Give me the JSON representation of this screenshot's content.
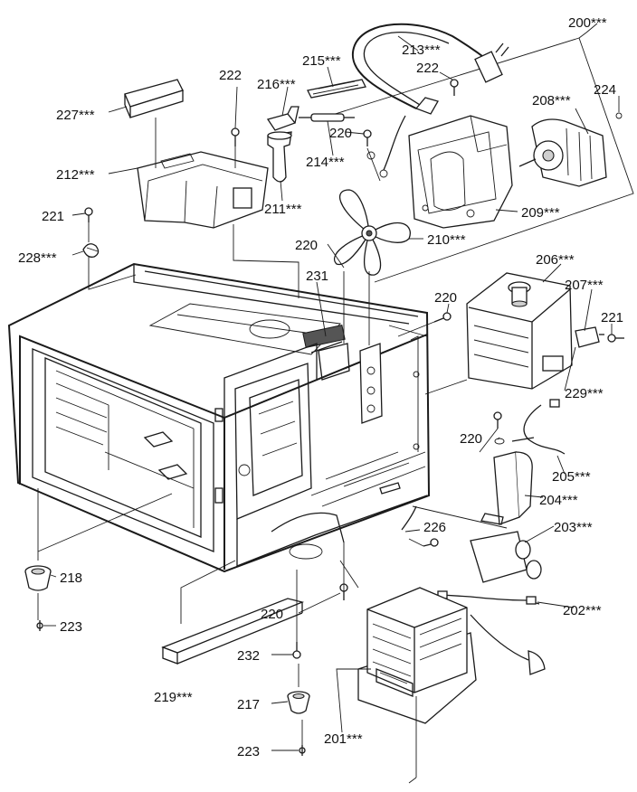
{
  "labels": {
    "p200": "200***",
    "p213": "213***",
    "p215": "215***",
    "p222a": "222",
    "p222b": "222",
    "p216": "216***",
    "p208": "208***",
    "p224": "224",
    "p227": "227***",
    "p220a": "220",
    "p214": "214***",
    "p212": "212***",
    "p211": "211***",
    "p209": "209***",
    "p221a": "221",
    "p210": "210***",
    "p220b": "220",
    "p228": "228***",
    "p206": "206***",
    "p231": "231",
    "p220c": "220",
    "p207": "207***",
    "p221b": "221",
    "p229": "229***",
    "p220d": "220",
    "p205": "205***",
    "p204": "204***",
    "p226": "226",
    "p203": "203***",
    "p218": "218",
    "p202": "202***",
    "p223a": "223",
    "p220e": "220",
    "p232": "232",
    "p219": "219***",
    "p217": "217",
    "p201": "201***",
    "p223b": "223"
  }
}
